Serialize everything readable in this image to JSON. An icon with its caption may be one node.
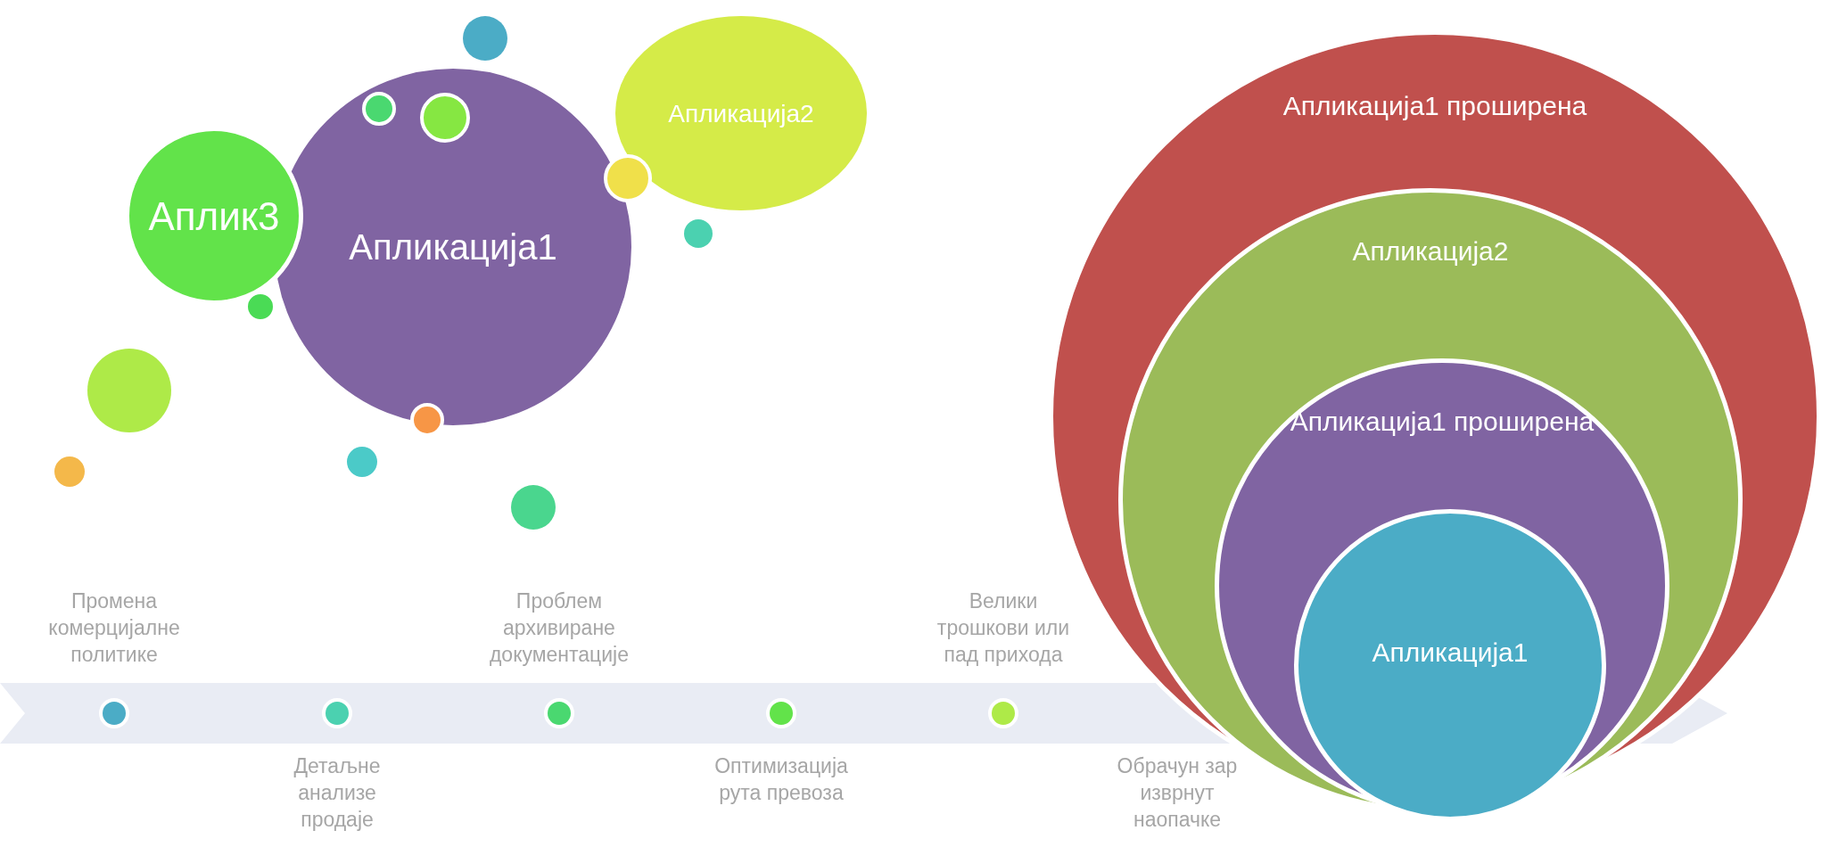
{
  "diagram": {
    "nodes": [
      {
        "text": [
          "Аплик3"
        ]
      },
      {
        "text": [
          "Апликација1"
        ]
      },
      {
        "text": [
          "Апликација2"
        ]
      },
      {
        "text": [],
        "shape": "circle"
      },
      {
        "text": [],
        "shape": "circle",
        "in": 1
      },
      {
        "text": [],
        "shape": "circle",
        "in": 1
      },
      {
        "text": [],
        "shape": "circle"
      },
      {
        "text": [],
        "shape": "circle"
      },
      {
        "text": [],
        "shape": "circle"
      },
      {
        "text": [],
        "shape": "circle"
      },
      {
        "text": [],
        "shape": "circle"
      },
      {
        "text": [],
        "shape": "circle"
      },
      {
        "text": [],
        "shape": "circle"
      },
      {
        "text": [],
        "shape": "circle"
      },
      {
        "text": [
          "Апликација1 проширена"
        ]
      },
      {
        "text": [
          "Апликација2"
        ],
        "in": 14
      },
      {
        "text": [
          "Апликација1 проширена"
        ],
        "in": 15
      },
      {
        "text": [
          "Апликација1"
        ],
        "in": 16
      },
      {
        "text": [],
        "shape": "arrow"
      },
      {
        "text": [],
        "shape": "circle",
        "in": 18,
        "beside": [
          "Промена комерцијалне политике"
        ]
      },
      {
        "text": [],
        "shape": "circle",
        "in": 18,
        "beside": [
          "Детаљне анализе продаје"
        ]
      },
      {
        "text": [],
        "shape": "circle",
        "in": 18,
        "beside": [
          "Проблем архивиране документације"
        ]
      },
      {
        "text": [],
        "shape": "circle",
        "in": 18,
        "beside": [
          "Оптимизација рута превоза"
        ]
      },
      {
        "text": [],
        "shape": "circle",
        "in": 18,
        "beside": [
          "Велики трошкови или пад прихода"
        ]
      }
    ],
    "edges": [],
    "labels": [
      "Обрачун зар изврнут наопачке"
    ]
  }
}
